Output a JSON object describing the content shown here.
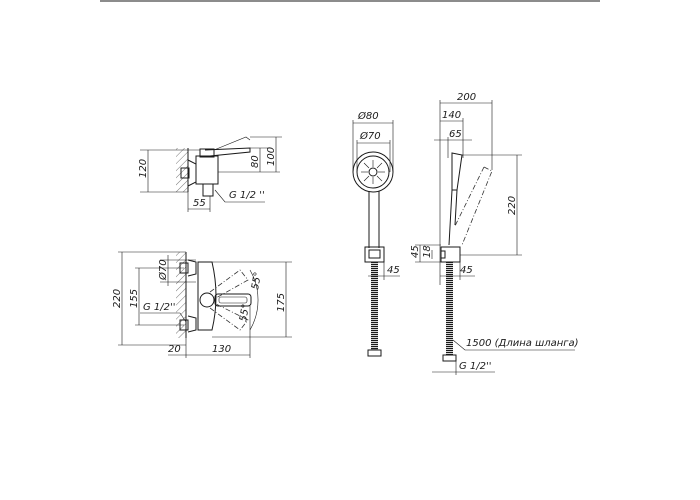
{
  "side_view": {
    "dim_height": "120",
    "dim_lever_80": "80",
    "dim_lever_100": "100",
    "dim_depth": "55",
    "thread": "G 1/2 ''"
  },
  "front_view": {
    "dim_total": "220",
    "dim_spacing": "155",
    "dim_flange": "Ø70",
    "dim_body": "175",
    "dim_offset": "20",
    "dim_width": "130",
    "thread": "G 1/2''",
    "angle_up": "55°",
    "angle_down": "55°"
  },
  "shower_front": {
    "dim_outer": "Ø80",
    "dim_inner": "Ø70",
    "dim_holder": "45"
  },
  "shower_side": {
    "dim_200": "200",
    "dim_140": "140",
    "dim_65": "65",
    "dim_220": "220",
    "dim_45": "45",
    "dim_18": "18",
    "dim_holder": "45",
    "hose_label": "1500 (Длина шланга)",
    "thread": "G 1/2''"
  }
}
